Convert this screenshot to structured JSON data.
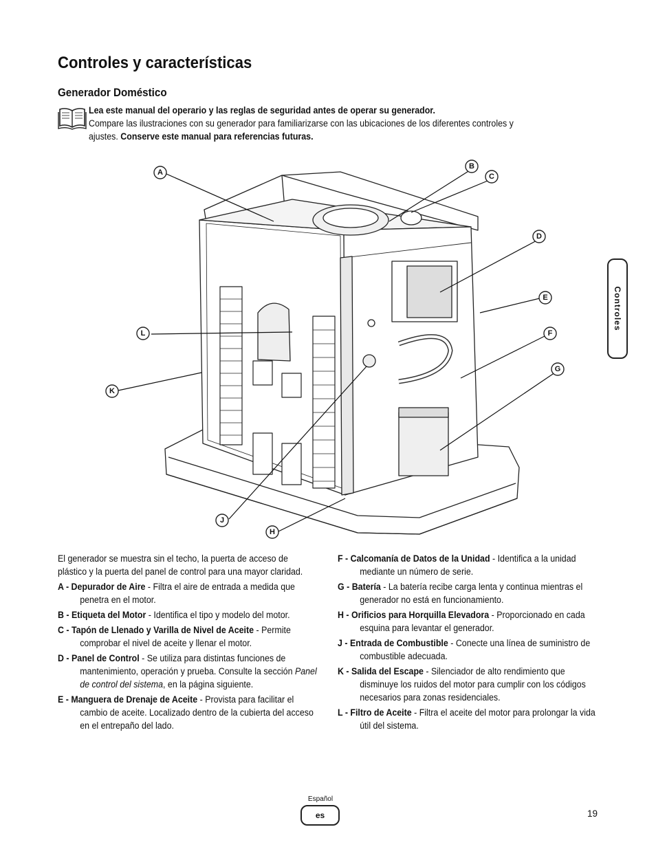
{
  "page": {
    "title": "Controles y características",
    "subtitle": "Generador Doméstico",
    "side_tab": "Controles",
    "language_label": "Español",
    "language_code": "es",
    "page_number": "19"
  },
  "intro": {
    "line1_bold": "Lea este manual del operario y las reglas de seguridad antes de operar su generador.",
    "line2": "Compare las ilustraciones con su generador para familiarizarse con las ubicaciones de los diferentes controles y ajustes.",
    "line2_bold": "Conserve este manual para referencias futuras."
  },
  "diagram": {
    "callouts": [
      "A",
      "B",
      "C",
      "D",
      "E",
      "F",
      "G",
      "H",
      "J",
      "K",
      "L"
    ]
  },
  "left_column": {
    "intro_paragraph": "El generador se muestra sin el techo, la puerta de acceso de plástico y la puerta del panel de control para una mayor claridad.",
    "items": [
      {
        "key": "A - Depurador de Aire",
        "text": " - Filtra el aire de entrada a medida que penetra en el motor."
      },
      {
        "key": "B - Etiqueta del Motor",
        "text": " - Identifica el tipo y modelo del motor."
      },
      {
        "key": "C - Tapón de Llenado y Varilla de Nivel de Aceite",
        "text": " - Permite comprobar el nivel de aceite y llenar el motor."
      },
      {
        "key": "D - Panel de Control",
        "text": " - Se utiliza para distintas funciones de mantenimiento, operación y prueba. Consulte la sección ",
        "italic": "Panel de control del sistema",
        "text_after": ", en la página siguiente."
      },
      {
        "key": "E - Manguera de Drenaje de Aceite",
        "text": " - Provista para facilitar el cambio de aceite. Localizado dentro de la cubierta del acceso en el entrepaño del lado."
      }
    ]
  },
  "right_column": {
    "items": [
      {
        "key": "F - Calcomanía de Datos de la Unidad",
        "text": " - Identifica a la unidad mediante un número de serie."
      },
      {
        "key": "G - Batería",
        "text": " - La batería recibe carga lenta y continua mientras el generador no está en funcionamiento."
      },
      {
        "key": "H - Orificios para Horquilla Elevadora",
        "text": " - Proporcionado en cada esquina para levantar el generador."
      },
      {
        "key": "J - Entrada de Combustible",
        "text": " - Conecte una línea de suministro de combustible adecuada."
      },
      {
        "key": "K - Salida del Escape",
        "text": " - Silenciador de alto rendimiento que disminuye los ruidos del motor para cumplir con los códigos necesarios para zonas residenciales."
      },
      {
        "key": "L - Filtro de Aceite",
        "text": " - Filtra el aceite del motor para prolongar la vida útil del sistema."
      }
    ]
  }
}
